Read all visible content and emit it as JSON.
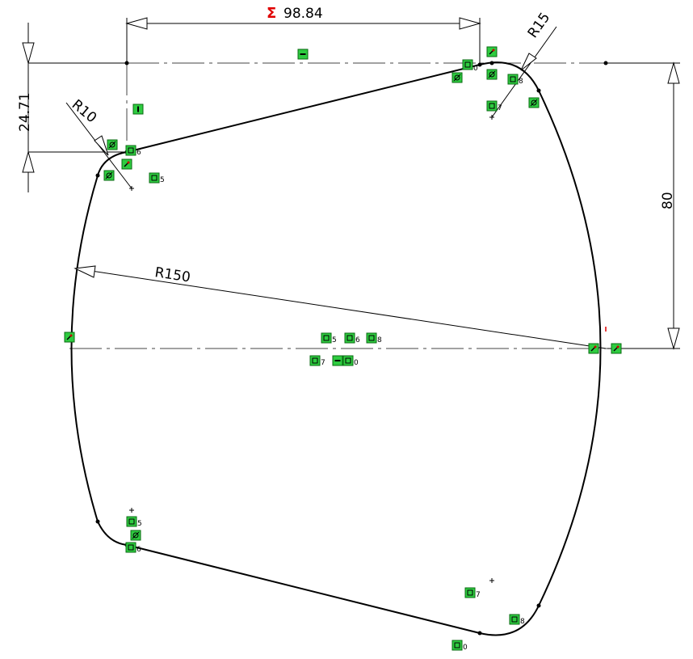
{
  "sketch": {
    "dimensions": {
      "width_sigma_symbol": "Σ",
      "width_value": "98.84",
      "offset_value": "24.71",
      "height_value": "80",
      "radius_small": "R10",
      "radius_corner": "R15",
      "radius_side": "R150"
    },
    "relation_labels": {
      "num5": "5",
      "num6": "6",
      "num7": "7",
      "num8": "8",
      "num0": "0"
    }
  },
  "colors": {
    "sketch_line": "#000000",
    "relation_icon_fill": "#2ecc40",
    "relation_icon_stroke": "#0a6a12",
    "sigma": "#e00000",
    "origin_tick": "#e00000"
  }
}
